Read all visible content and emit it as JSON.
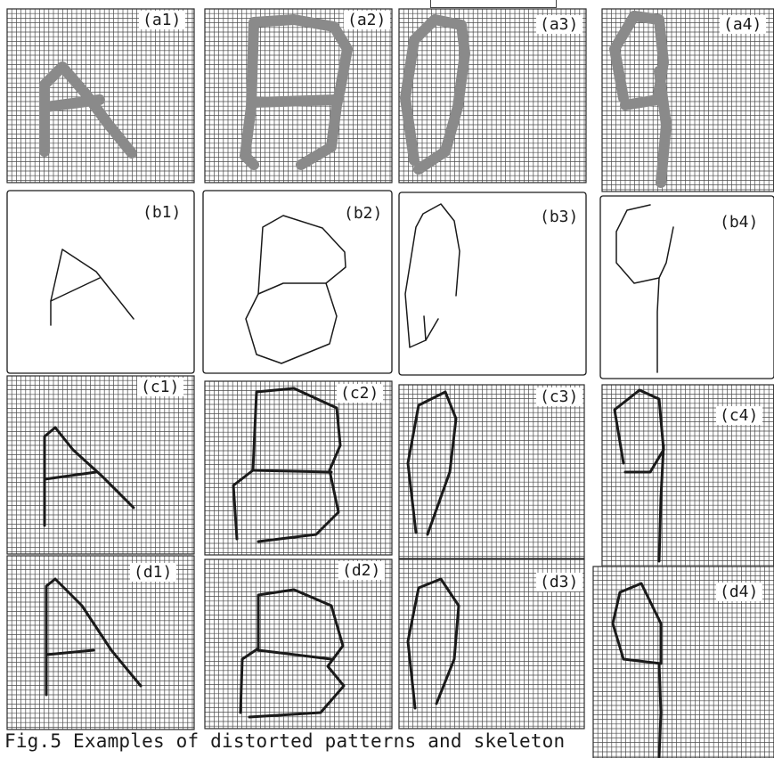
{
  "caption": "Fig.5 Examples of distorted patterns and skeleton",
  "panels": {
    "a1": "(a1)",
    "a2": "(a2)",
    "a3": "(a3)",
    "a4": "(a4)",
    "b1": "(b1)",
    "b2": "(b2)",
    "b3": "(b3)",
    "b4": "(b4)",
    "c1": "(c1)",
    "c2": "(c2)",
    "c3": "(c3)",
    "c4": "(c4)",
    "d1": "(d1)",
    "d2": "(d2)",
    "d3": "(d3)",
    "d4": "(d4)"
  },
  "colors": {
    "ink": "#1a1a1a",
    "grid": "#2b2b2b",
    "fill": "#8a8a8a",
    "paper": "#ffffff"
  }
}
